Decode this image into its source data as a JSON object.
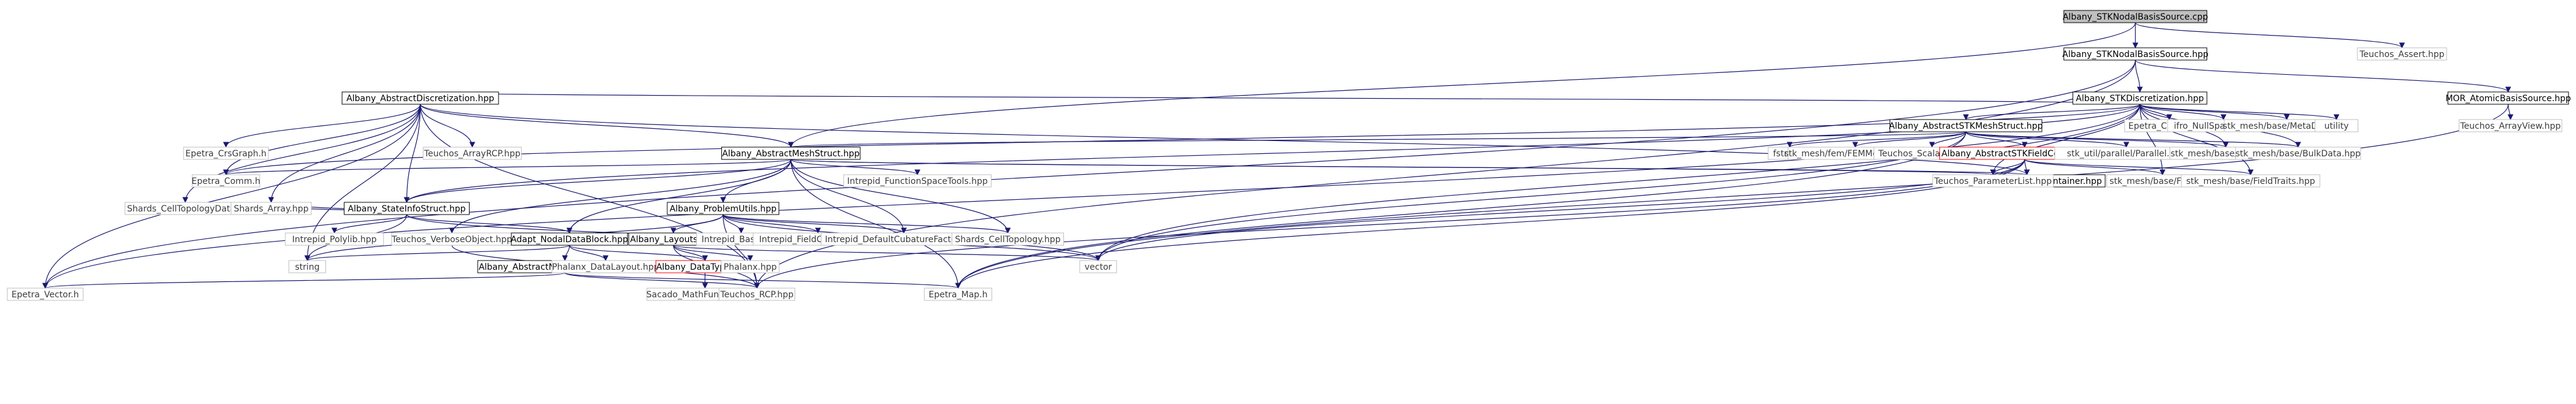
{
  "diagram": {
    "colors": {
      "edge": "#191970",
      "root_fill": "#bfbfbf",
      "node_border": "#000000",
      "external_border": "#bfbfbf",
      "incomplete_border": "#ff0000"
    },
    "nodes": {
      "root": "Albany_STKNodalBasisSource.cpp",
      "stk_src_hpp": "Albany_STKNodalBasisSource.hpp",
      "teuchos_assert": "Teuchos_Assert.hpp",
      "stk_disc": "Albany_STKDiscretization.hpp",
      "mor_atomic": "MOR_AtomicBasisSource.hpp",
      "teuchos_arrayview": "Teuchos_ArrayView.hpp",
      "abs_disc": "Albany_AbstractDiscretization.hpp",
      "abs_stk_mesh": "Albany_AbstractSTKMeshStruct.hpp",
      "epetra_crsmatrix": "Epetra_CrsMatrix.h",
      "ifro_nullspace": "ifro_NullSpaceUtils.hpp",
      "stk_metadata": "stk_mesh/base/MetaData.hpp",
      "utility": "utility",
      "epetra_crsgraph": "Epetra_CrsGraph.h",
      "teuchos_arrayrcp": "Teuchos_ArrayRCP.hpp",
      "abs_mesh_struct": "Albany_AbstractMeshStruct.hpp",
      "fstream": "fstream",
      "stk_femmeta": "stk_mesh/fem/FEMMetaData.hpp",
      "teuchos_scalartraits": "Teuchos_ScalarTraits.hpp",
      "abs_stk_field": "Albany_AbstractSTKFieldContainer.hpp",
      "stk_parallel": "stk_util/parallel/Parallel.hpp",
      "stk_types": "stk_mesh/base/Types.hpp",
      "stk_bulkdata": "stk_mesh/base/BulkData.hpp",
      "epetra_comm": "Epetra_Comm.h",
      "intrepid_fst": "Intrepid_FunctionSpaceTools.hpp",
      "abs_field_container": "Albany_AbstractFieldContainer.hpp",
      "teuchos_paramlist": "Teuchos_ParameterList.hpp",
      "stk_field": "stk_mesh/base/Field.hpp",
      "stk_fieldtraits": "stk_mesh/base/FieldTraits.hpp",
      "state_info": "Albany_StateInfoStruct.hpp",
      "problem_utils": "Albany_ProblemUtils.hpp",
      "shards_celltopo_data": "Shards_CellTopologyData.h",
      "shards_array": "Shards_Array.hpp",
      "intrepid_polylib": "Intrepid_Polylib.hpp",
      "teuchos_verbose": "Teuchos_VerboseObject.hpp",
      "adapt_nodal": "Adapt_NodalDataBlock.hpp",
      "albany_layouts": "Albany_Layouts.hpp",
      "intrepid_basis": "Intrepid_Basis.hpp",
      "intrepid_fieldcontainer": "Intrepid_FieldContainer.hpp",
      "intrepid_cubature": "Intrepid_DefaultCubatureFactory.hpp",
      "shards_celltopo": "Shards_CellTopology.hpp",
      "string": "string",
      "abs_nodefield": "Albany_AbstractNodeFieldContainer.hpp",
      "phalanx_datalayout": "Phalanx_DataLayout.hpp",
      "albany_datatypes": "Albany_DataTypes.hpp",
      "phalanx": "Phalanx.hpp",
      "vector": "vector",
      "epetra_vector": "Epetra_Vector.h",
      "sacado_math": "Sacado_MathFunctions.hpp",
      "teuchos_rcp": "Teuchos_RCP.hpp",
      "epetra_map": "Epetra_Map.h"
    }
  }
}
